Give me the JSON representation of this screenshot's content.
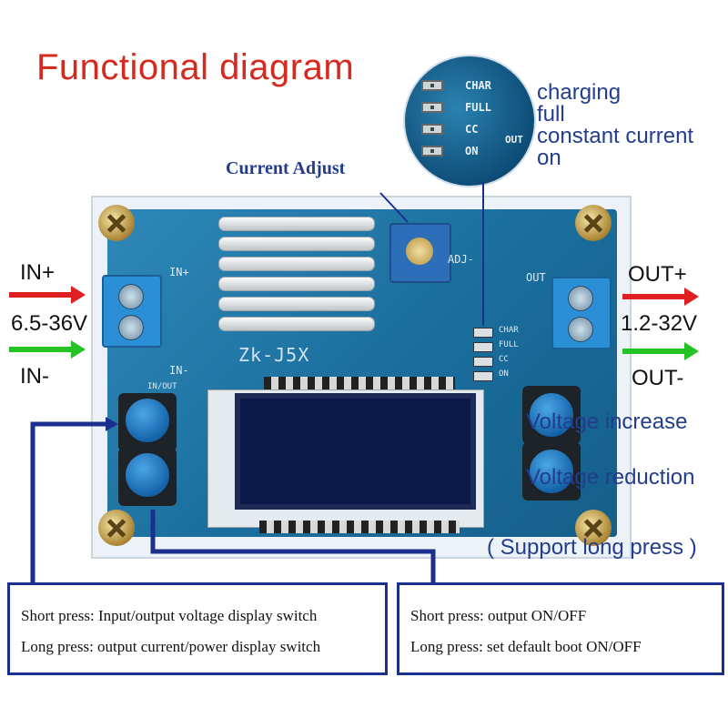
{
  "title": "Functional diagram",
  "zoom_labels": [
    "CHAR",
    "FULL",
    "CC",
    "ON"
  ],
  "zoom_side_text": "OUT",
  "led_legend": [
    "charging",
    "full",
    "constant current",
    "on"
  ],
  "current_adjust_label": "Current Adjust",
  "board": {
    "model": "Zk-J5X",
    "in_plus_silk": "IN+",
    "in_minus_silk": "IN-",
    "out_silk": "OUT",
    "adj_silk": "ADJ-",
    "inout_silk": "IN/OUT",
    "led_labels": [
      "CHAR",
      "FULL",
      "CC",
      "ON"
    ]
  },
  "input": {
    "plus": "IN+",
    "range": "6.5-36V",
    "minus": "IN-"
  },
  "output": {
    "plus": "OUT+",
    "range": "1.2-32V",
    "minus": "OUT-"
  },
  "voltage_increase": "Voltage increase",
  "voltage_reduction": "Voltage reduction",
  "support_long_press": "( Support long press )",
  "left_box": {
    "short_press": "Short press: Input/output voltage display switch",
    "long_press": "Long press: output current/power display switch"
  },
  "right_box": {
    "short_press": "Short press: output ON/OFF",
    "long_press": "Long press: set default boot ON/OFF"
  },
  "colors": {
    "title": "#d42a1f",
    "legend": "#233d8e",
    "arrow_plus": "#e02020",
    "arrow_minus": "#22c322",
    "callout": "#1b2f8f",
    "pcb": "#1a6d9c"
  }
}
